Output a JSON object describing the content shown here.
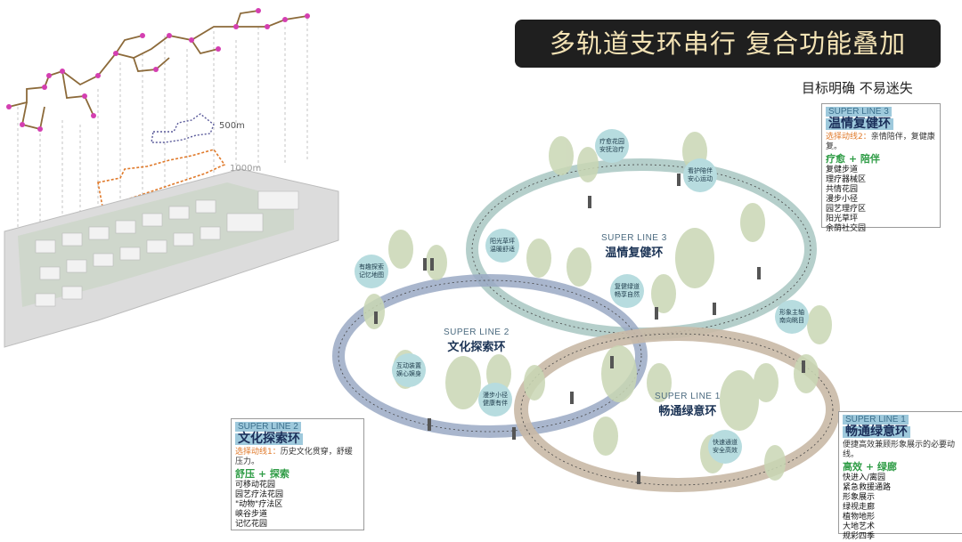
{
  "title": "多轨道支环串行   复合功能叠加",
  "subtitle": "目标明确 不易迷失",
  "plan": {
    "label_500": "500m",
    "label_1000": "1000m"
  },
  "rings": {
    "line3": {
      "en": "SUPER LINE 3",
      "cn": "温情复健环"
    },
    "line2": {
      "en": "SUPER LINE 2",
      "cn": "文化探索环"
    },
    "line1": {
      "en": "SUPER LINE 1",
      "cn": "畅通绿意环"
    }
  },
  "bubbles": [
    {
      "id": "b1",
      "text": "疗愈花园\n安抚治疗"
    },
    {
      "id": "b2",
      "text": "看护陪伴\n安心运动"
    },
    {
      "id": "b3",
      "text": "阳光草坪\n温暖舒适"
    },
    {
      "id": "b4",
      "text": "有趣探索\n记忆地图"
    },
    {
      "id": "b5",
      "text": "复健绿道\n畅享自然"
    },
    {
      "id": "b6",
      "text": "形象主轴\n南向眺目"
    },
    {
      "id": "b7",
      "text": "互动装置\n娱心娱身"
    },
    {
      "id": "b8",
      "text": "漫步小径\n健康有伴"
    },
    {
      "id": "b9",
      "text": "快速通道\n安全高效"
    }
  ],
  "cards": {
    "line3": {
      "tag": "SUPER LINE 3",
      "name": "温情复健环",
      "route": "选择动线2：",
      "route_desc": "亲情陪伴，复健康复。",
      "func": "疗愈 + 陪伴",
      "items": [
        "复健步道",
        "理疗器械区",
        "共情花园",
        "漫步小径",
        "园艺理疗区",
        "阳光草坪",
        "余荫社交园"
      ]
    },
    "line2": {
      "tag": "SUPER LINE 2",
      "name": "文化探索环",
      "route": "选择动线1：",
      "route_desc": "历史文化贯穿，舒缓压力。",
      "func": "舒压 + 探索",
      "items": [
        "可移动花园",
        "园艺疗法花园",
        "\"动物\"疗法区",
        "峡谷步道",
        "记忆花园"
      ]
    },
    "line1": {
      "tag": "SUPER LINE 1",
      "name": "畅通绿意环",
      "route_desc": "便捷高效兼顾形象展示的必要动线。",
      "func": "高效 + 绿廊",
      "items": [
        "快进入/离园",
        "紧急救援通路",
        "形象展示",
        "绿视走廊",
        "植物地形",
        "大地艺术",
        "规彩四季"
      ]
    }
  }
}
